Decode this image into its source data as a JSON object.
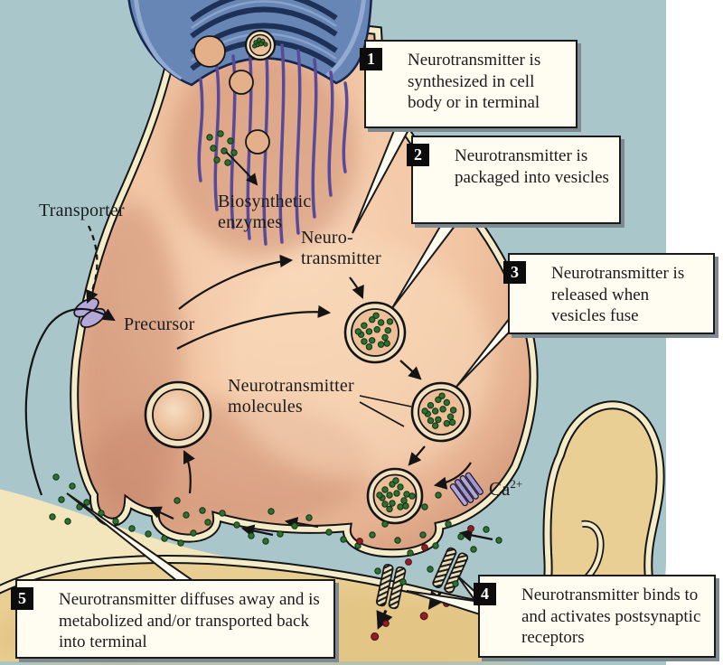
{
  "figure": {
    "title_semantic": "Neurotransmitter life cycle at a chemical synapse"
  },
  "palette": {
    "background": "#a9c7cb",
    "page_margin": "#ffffff",
    "terminal_fill": "#f3c8a6",
    "terminal_shade": "#c5836b",
    "membrane_cream": "#f4ebc8",
    "outline_black": "#141414",
    "postsynaptic_fill": "#e9cf93",
    "cleft_fill": "#f3e6bd",
    "axon_blue": "#6886b5",
    "axon_band": "#1d3055",
    "microtubule_purple": "#584a99",
    "vesicle_fill": "#edc29c",
    "vesicle_ring_gap": "#f2e2c2",
    "neurotransmitter_green": "#2f7031",
    "neurotransmitter_green_edge": "#0f3014",
    "receptor_red": "#8e1f26",
    "channel_purple": "#b3a5da",
    "callout_bg": "#fffdf2",
    "callout_border": "#1a1a1a",
    "callout_shadow": "#7d8b90",
    "number_bg": "#0c0c0c",
    "number_color": "#ffffff"
  },
  "callouts": [
    {
      "number": "1",
      "text": "Neurotransmitter is synthesized in cell body or in terminal"
    },
    {
      "number": "2",
      "text": "Neurotransmitter is packaged into vesicles"
    },
    {
      "number": "3",
      "text": "Neurotransmitter is released when vesicles fuse"
    },
    {
      "number": "4",
      "text": "Neurotransmitter binds to and activates postsynaptic receptors"
    },
    {
      "number": "5",
      "text": "Neurotransmitter diffuses away and is metabolized and/or transported back into terminal"
    }
  ],
  "labels": {
    "transporter": "Transporter",
    "biosynthetic_enzymes": "Biosynthetic\nenzymes",
    "neurotransmitter": "Neuro-\ntransmitter",
    "precursor": "Precursor",
    "neurotransmitter_molecules": "Neurotransmitter\nmolecules",
    "calcium_base": "Ca",
    "calcium_sup": "2+"
  }
}
